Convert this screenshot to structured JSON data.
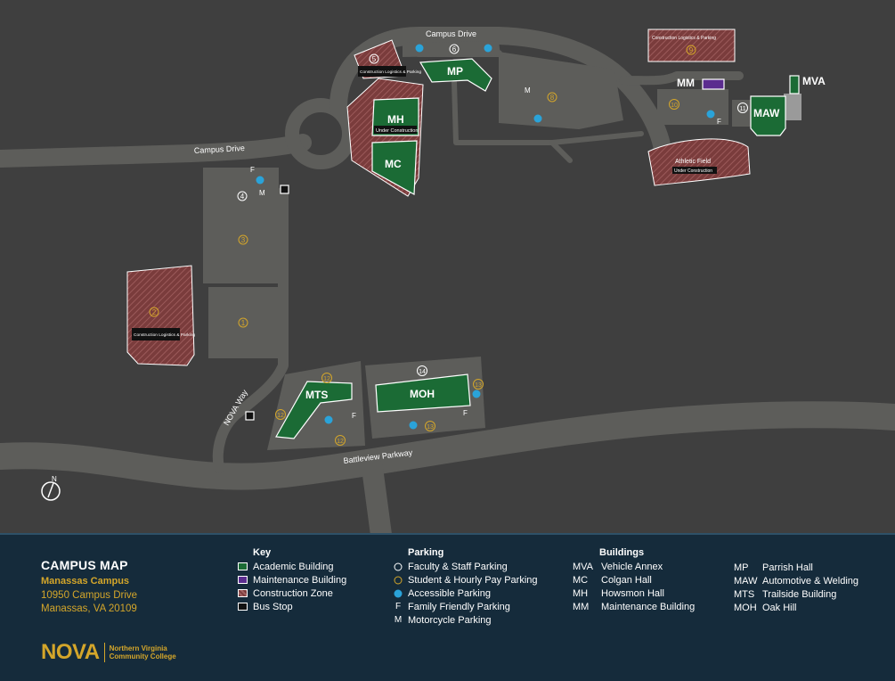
{
  "map": {
    "roads": {
      "campus_drive_top": "Campus Drive",
      "campus_drive_left": "Campus Drive",
      "nova_way": "NOVA Way",
      "battleview": "Battleview Parkway"
    },
    "buildings": {
      "mp": "MP",
      "mh": "MH",
      "mh_note": "Under Construction",
      "mc": "MC",
      "mm": "MM",
      "maw": "MAW",
      "mva": "MVA",
      "mts": "MTS",
      "moh": "MOH"
    },
    "zones": {
      "z5_label": "Construction Logistics & Parking",
      "z9_label": "Construction Logistics & Parking",
      "z2_label": "Construction Logistics & Parking",
      "athletic_title": "Athletic Field",
      "athletic_note": "Under Construction"
    },
    "lots": {
      "l1": "1",
      "l2": "2",
      "l3": "3",
      "l4": "4",
      "l5": "5",
      "l6": "6",
      "l8": "8",
      "l9": "9",
      "l10": "10",
      "l11": "11",
      "l12": "12",
      "l13": "13",
      "l14": "14"
    },
    "markers": {
      "m": "M",
      "f": "F"
    },
    "north": "N"
  },
  "legend": {
    "title": "CAMPUS MAP",
    "campus": "Manassas Campus",
    "address1": "10950 Campus Drive",
    "address2": "Manassas, VA 20109",
    "logo_word": "NOVA",
    "logo_line1": "Northern Virginia",
    "logo_line2": "Community College",
    "key": {
      "heading": "Key",
      "items": [
        "Academic Building",
        "Maintenance Building",
        "Construction Zone",
        "Bus Stop"
      ]
    },
    "parking": {
      "heading": "Parking",
      "items": [
        "Faculty & Staff Parking",
        "Student & Hourly Pay Parking",
        "Accessible Parking",
        "Family Friendly Parking",
        "Motorcycle Parking"
      ],
      "symbols": [
        "F",
        "M"
      ]
    },
    "buildings": {
      "heading": "Buildings",
      "col1": [
        {
          "code": "MVA",
          "name": "Vehicle Annex"
        },
        {
          "code": "MC",
          "name": "Colgan Hall"
        },
        {
          "code": "MH",
          "name": "Howsmon Hall"
        },
        {
          "code": "MM",
          "name": "Maintenance Building"
        }
      ],
      "col2": [
        {
          "code": "MP",
          "name": "Parrish Hall"
        },
        {
          "code": "MAW",
          "name": "Automotive & Welding"
        },
        {
          "code": "MTS",
          "name": "Trailside Building"
        },
        {
          "code": "MOH",
          "name": "Oak Hill"
        }
      ]
    },
    "colors": {
      "academic": "#1b6b35",
      "maintenance": "#5b2c8f",
      "construction": "#7a3c3c",
      "accent": "#d4a62a",
      "panel": "#152b3b"
    }
  }
}
